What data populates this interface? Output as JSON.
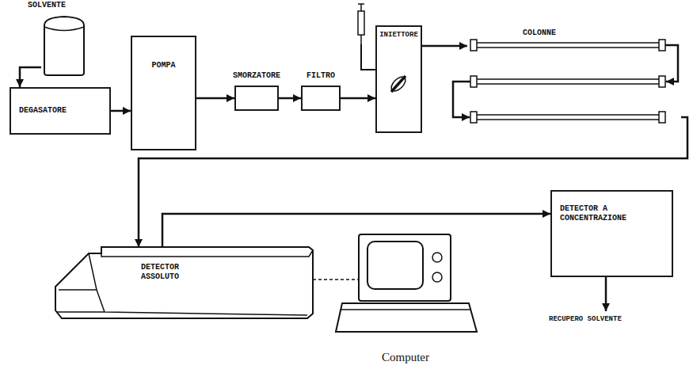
{
  "diagram": {
    "nodes": [
      {
        "text": [
          "SOLVENTE"
        ]
      },
      {
        "text": [
          "DEGASATORE"
        ]
      },
      {
        "text": [
          "POMPA"
        ]
      },
      {
        "text": [
          "SMORZATORE"
        ]
      },
      {
        "text": [
          "FILTRO"
        ]
      },
      {
        "text": [
          "INIETTORE"
        ]
      },
      {
        "text": [
          "COLONNE"
        ]
      },
      {
        "text": [
          "DETECTOR ASSOLUTO"
        ]
      },
      {
        "text": [
          "DETECTOR A CONCENTRAZIONE"
        ]
      },
      {
        "text": [
          "Computer"
        ]
      }
    ],
    "edges": [
      {
        "from": 0,
        "to": 1,
        "arrow": "to"
      },
      {
        "from": 1,
        "to": 2,
        "arrow": "to"
      },
      {
        "from": 2,
        "to": 3,
        "arrow": "to"
      },
      {
        "from": 3,
        "to": 4,
        "arrow": "to"
      },
      {
        "from": 4,
        "to": 5,
        "arrow": "to"
      },
      {
        "from": 5,
        "to": 6,
        "arrow": "to"
      },
      {
        "from": 6,
        "to": 7,
        "arrow": "to"
      },
      {
        "from": 7,
        "to": 8,
        "arrow": "to"
      },
      {
        "from": 7,
        "to": 9,
        "arrow": "none"
      }
    ],
    "labels": [
      "RECUPERO SOLVENTE"
    ]
  }
}
